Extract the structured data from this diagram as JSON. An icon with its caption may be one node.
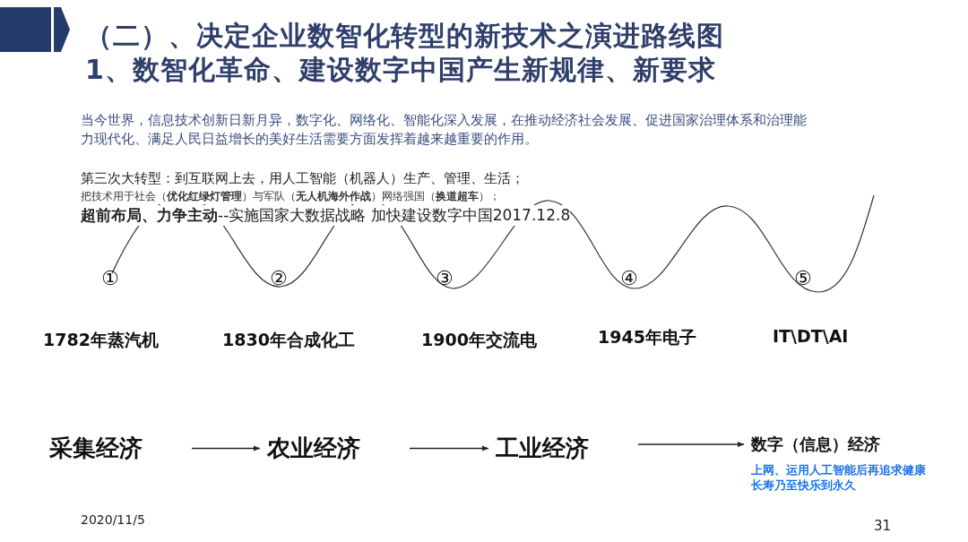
{
  "diagram": {
    "title": "（二）、决定企业数智化转型的新技术之演进路线图",
    "nodes": [
      {
        "text": [
          "采集经济"
        ]
      },
      {
        "text": [
          "农业经济"
        ]
      },
      {
        "text": [
          "工业经济"
        ]
      },
      {
        "text": [
          "数字（信息）经济"
        ],
        "beside": [
          "上网、运用人工智能后再追求健康长寿乃至快乐到永久"
        ]
      }
    ],
    "edges": [
      {
        "from": 0,
        "to": 1,
        "arrow": "to"
      },
      {
        "from": 1,
        "to": 2,
        "arrow": "to"
      },
      {
        "from": 2,
        "to": 3,
        "arrow": "to"
      }
    ],
    "labels": [
      "1、数智化革命、建设数字中国产生新规律、新要求",
      "当今世界，信息技术创新日新月异，数字化、网络化、智能化深入发展，在推动经济社会发展、促进国家治理体系和治理能力现代化、满足人民日益增长的美好生活需要方面发挥着越来越重要的作用。",
      "第三次大转型：到互联网上去，用人工智能（机器人）生产、管理、生活；",
      "把技术用于社会（**优化红绿灯管理**）与军队（**无人机海外作战**）网络强国（**换道超车**）；",
      "**超前布局、力争主动**--实施国家大数据战略 加快建设数字中国2017.12.8",
      "①",
      "②",
      "③",
      "④",
      "⑤",
      "1782年蒸汽机",
      "1830年合成化工",
      "1900年交流电",
      "1945年电子",
      "IT\\DT\\AI",
      "2020/11/5",
      "31"
    ]
  }
}
